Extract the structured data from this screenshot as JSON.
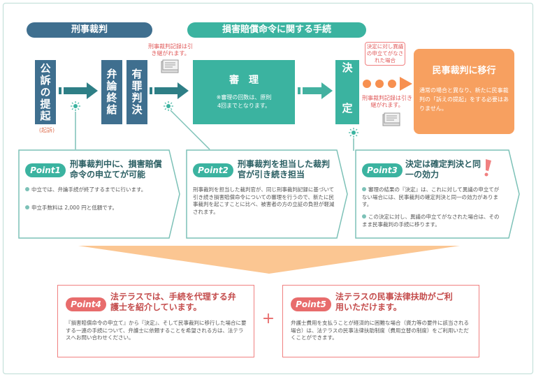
{
  "headers": {
    "criminal": "刑事裁判",
    "compensation": "損害賠償命令に関する手続"
  },
  "flow": {
    "indictment": "公訴の提起",
    "indictment_note": "(起訴)",
    "closing": "弁論終結",
    "guilty": "有罪判決",
    "record_note_top": "刑事裁判記録は引き継がれます。",
    "trial_title": "審　理",
    "trial_note": "※審理の回数は、原則\n4回までとなります。",
    "decision": "決　定",
    "objection_note": "決定に対し異議の申立てがなされた場合",
    "record_note_bottom": "刑事裁判記録は引き継がれます。",
    "civil_title": "民事裁判に移行",
    "civil_body": "通常の場合と異なり、新たに民事裁判の「訴えの提起」をする必要はありません。"
  },
  "points": [
    {
      "badge": "Point1",
      "title": "刑事裁判中に、損害賠償命令の申立てが可能",
      "bullets": [
        "中立では、弁論手続が終了するまでに行います。",
        "申立手数料は 2,000 円と低額です。"
      ]
    },
    {
      "badge": "Point2",
      "title": "刑事裁判を担当した裁判官が引き続き担当",
      "body": "刑事裁判を担当した裁判官が、同じ刑事裁判記録に基づいて引き続き損害賠償命令についての審理を行うので、新たに民事裁判を起こすことに比べ、被害者の方の立証の負担が軽減されます。"
    },
    {
      "badge": "Point3",
      "title": "決定は確定判決と同一の効力",
      "bullets": [
        "審理の結果の『決定』は、これに対して異議の申立てがない場合には、民事裁判の確定判決と同一の効力があります。",
        "この決定に対し、異議の申立てがなされた場合は、そのまま民事裁判の手続に移ります。"
      ]
    },
    {
      "badge": "Point4",
      "title": "法テラスでは、手続を代理する弁護士を紹介しています。",
      "body": "『損害賠償命令の申立て』から『決定』、そして民事裁判に移行した場合に要する一連の手続について、弁護士に依頼することを希望される方は、法テラスへお問い合わせください。"
    },
    {
      "badge": "Point5",
      "title": "法テラスの民事法律扶助がご利用いただけます。",
      "body": "弁護士費用を支払うことが経済的に困難な場合（資力等の要件に該当される場合）は、法テラスの民事法律扶助制度（費用立替の制度）をご利用いただくことができます。"
    }
  ],
  "plus": "+",
  "colors": {
    "navy": "#3f6f8f",
    "teal": "#3bb3a0",
    "orange": "#f7a060",
    "pink": "#e86c6c"
  }
}
